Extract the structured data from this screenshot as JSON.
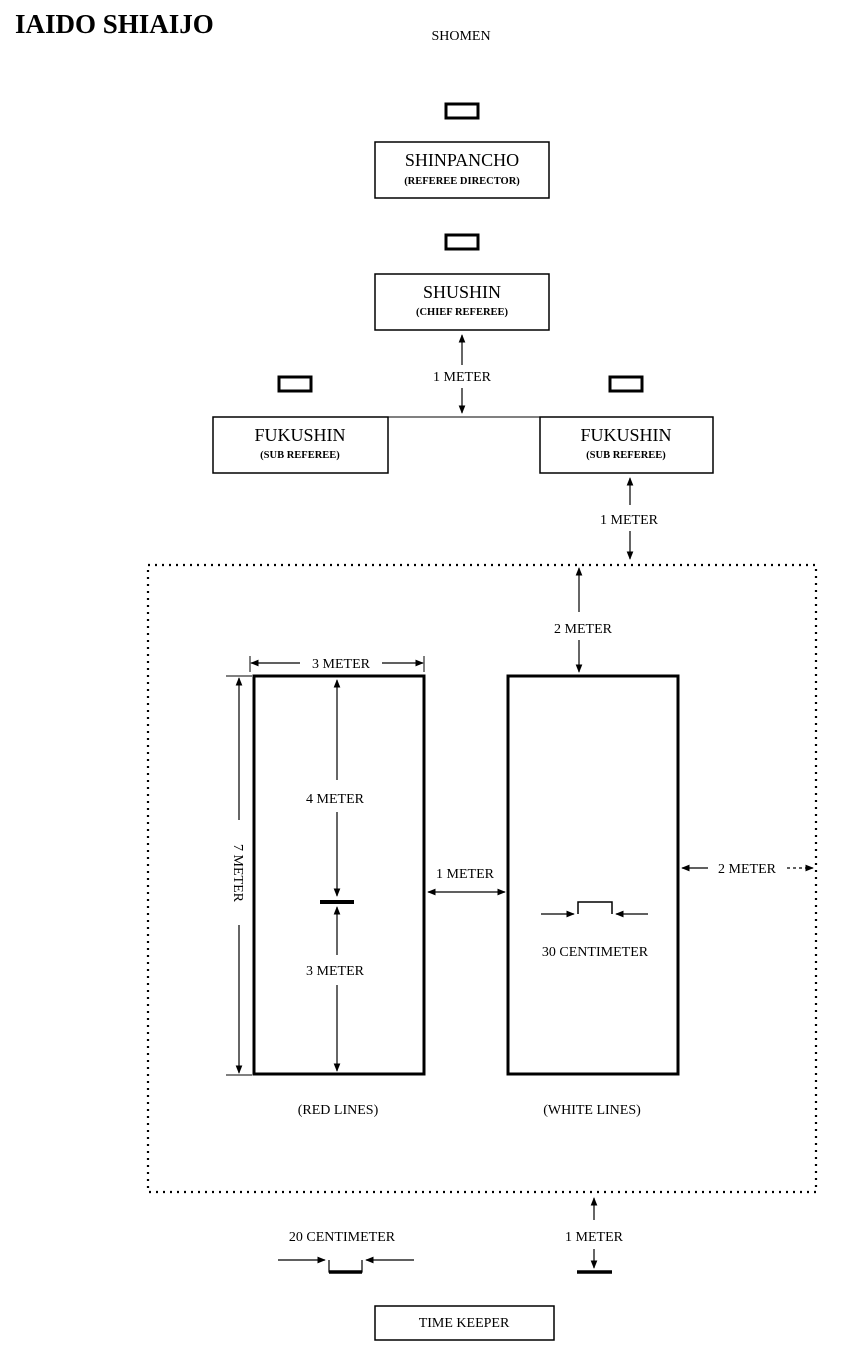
{
  "title": "IAIDO SHIAIJO",
  "shomen": "SHOMEN",
  "officials": {
    "shinpancho": {
      "name": "SHINPANCHO",
      "role": "(REFEREE DIRECTOR)"
    },
    "shushin": {
      "name": "SHUSHIN",
      "role": "(CHIEF REFEREE)"
    },
    "fukushin_left": {
      "name": "FUKUSHIN",
      "role": "(SUB REFEREE)"
    },
    "fukushin_right": {
      "name": "FUKUSHIN",
      "role": "(SUB REFEREE)"
    },
    "time_keeper": {
      "name": "TIME KEEPER"
    }
  },
  "dimensions": {
    "shushin_to_fukushin": "1 METER",
    "fukushin_to_area": "1 METER",
    "area_to_court_top": "2 METER",
    "court_width": "3 METER",
    "court_length": "7 METER",
    "upper_part": "4 METER",
    "lower_part": "3 METER",
    "between_courts": "1 METER",
    "court_to_area_side": "2 METER",
    "start_mark": "30 CENTIMETER",
    "marker_width": "20 CENTIMETER",
    "area_to_timekeeper": "1 METER"
  },
  "courts": {
    "left": "(RED LINES)",
    "right": "(WHITE LINES)"
  }
}
